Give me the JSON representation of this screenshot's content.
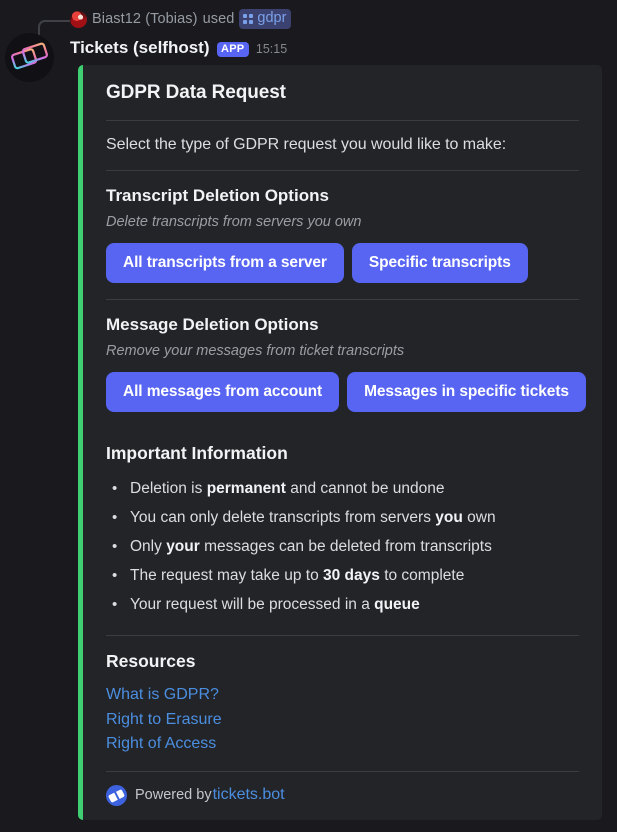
{
  "colors": {
    "page_background": "#1a1a1e",
    "embed_background": "#232428",
    "embed_accent": "#3fce72",
    "button_blurple": "#5865f2",
    "link_blue": "#4b8ee0",
    "app_badge": "#5865f2"
  },
  "command_context": {
    "user_name": "Biast12 (Tobias)",
    "used_word": "used",
    "command_name": "gdpr",
    "command_icon": "slash-command-dots-icon",
    "user_avatar_icon": "user-avatar"
  },
  "message": {
    "bot_name": "Tickets (selfhost)",
    "app_badge": "APP",
    "timestamp": "15:15",
    "bot_avatar_icon": "ticket-avatar"
  },
  "embed": {
    "title": "GDPR Data Request",
    "description": "Select the type of GDPR request you would like to make:",
    "fields": [
      {
        "name": "Transcript Deletion Options",
        "subtitle": "Delete transcripts from servers you own",
        "buttons": [
          "All transcripts from a server",
          "Specific transcripts"
        ]
      },
      {
        "name": "Message Deletion Options",
        "subtitle": "Remove your messages from ticket transcripts",
        "buttons": [
          "All messages from account",
          "Messages in specific tickets"
        ]
      }
    ],
    "important_information": {
      "title": "Important Information",
      "items": [
        {
          "prefix": "Deletion is ",
          "bold": "permanent",
          "suffix": " and cannot be undone"
        },
        {
          "prefix": "You can only delete transcripts from servers ",
          "bold": "you",
          "suffix": " own"
        },
        {
          "prefix": "Only ",
          "bold": "your",
          "suffix": " messages can be deleted from transcripts"
        },
        {
          "prefix": "The request may take up to ",
          "bold": "30 days",
          "suffix": " to complete"
        },
        {
          "prefix": "Your request will be processed in a ",
          "bold": "queue",
          "suffix": ""
        }
      ]
    },
    "resources": {
      "title": "Resources",
      "links": [
        "What is GDPR?",
        "Right to Erasure",
        "Right of Access"
      ]
    },
    "footer": {
      "text": "Powered by ",
      "link": "tickets.bot",
      "icon": "tickets-bot-logo-icon"
    }
  }
}
